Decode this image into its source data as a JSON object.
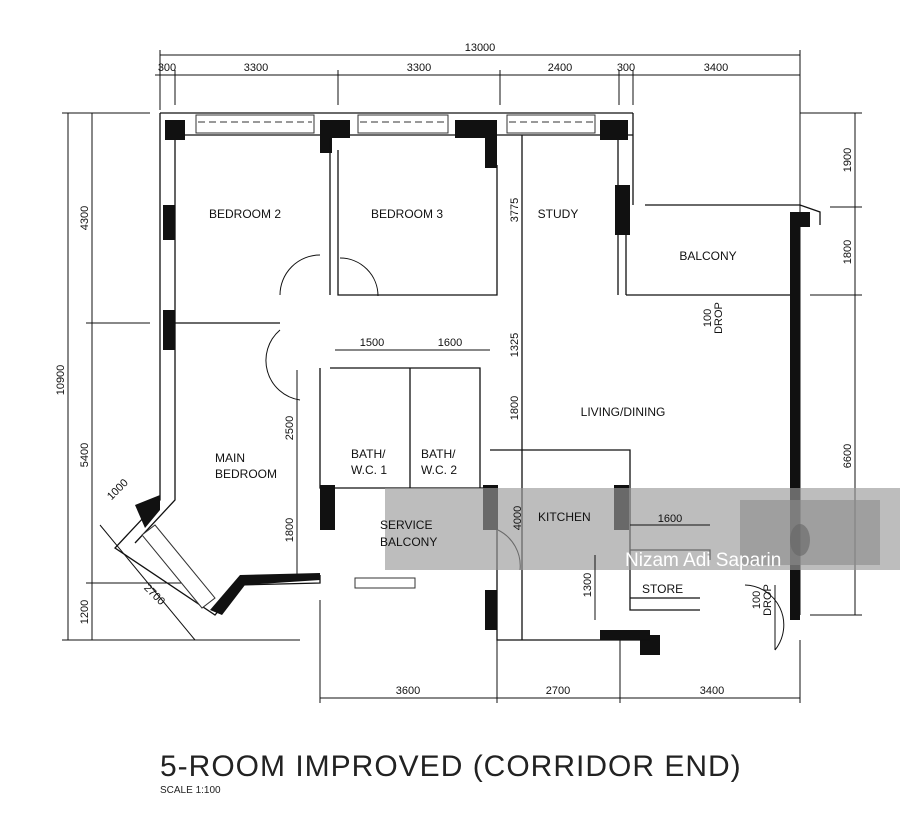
{
  "title": "5-ROOM IMPROVED (CORRIDOR END)",
  "scale": "SCALE   1:100",
  "rooms": {
    "bedroom2": "BEDROOM 2",
    "bedroom3": "BEDROOM 3",
    "study": "STUDY",
    "balcony": "BALCONY",
    "living": "LIVING/DINING",
    "main1": "MAIN",
    "main2": "BEDROOM",
    "bath1a": "BATH/",
    "bath1b": "W.C. 1",
    "bath2a": "BATH/",
    "bath2b": "W.C. 2",
    "service1": "SERVICE",
    "service2": "BALCONY",
    "kitchen": "KITCHEN",
    "store": "STORE"
  },
  "dims": {
    "top_total": "13000",
    "top": [
      "300",
      "3300",
      "3300",
      "2400",
      "300",
      "3400"
    ],
    "left_total": "10900",
    "left": [
      "4300",
      "5400",
      "1200"
    ],
    "right": [
      "1900",
      "1800",
      "6600"
    ],
    "bottom": [
      "3600",
      "2700",
      "3400"
    ],
    "bath": [
      "1500",
      "1600"
    ],
    "inner": [
      "3775",
      "1325",
      "1800",
      "2500",
      "1800",
      "1000",
      "2700",
      "4000",
      "1600",
      "1300"
    ],
    "drop": [
      "100",
      "DROP"
    ]
  },
  "watermark": "Nizam Adi Saparin"
}
